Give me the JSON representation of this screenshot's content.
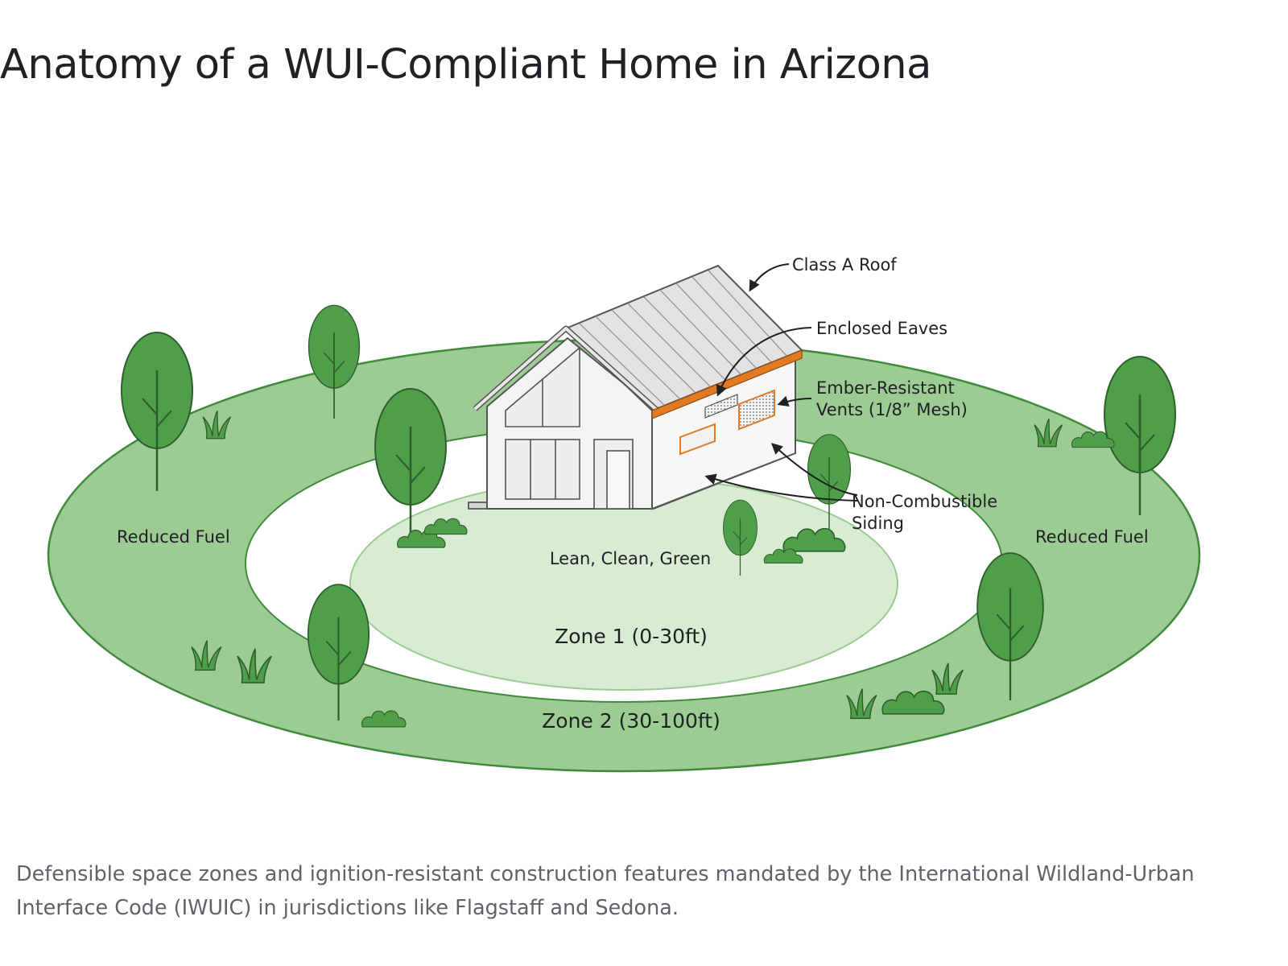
{
  "title": "Anatomy of a WUI-Compliant Home in Arizona",
  "diagram": {
    "zone1_label": "Zone 1 (0-30ft)",
    "zone2_label": "Zone 2 (30-100ft)",
    "inner_label": "Lean, Clean, Green",
    "reduced_fuel_left": "Reduced Fuel",
    "reduced_fuel_right": "Reduced Fuel",
    "callouts": {
      "roof": "Class A Roof",
      "eaves": "Enclosed Eaves",
      "vents_line1": "Ember-Resistant",
      "vents_line2": "Vents (1/8” Mesh)",
      "siding_line1": "Non-Combustible",
      "siding_line2": "Siding"
    },
    "colors": {
      "zone2_ring": "#9ccb93",
      "zone1_band": "#ffffff",
      "inner_zone": "#d8ebd3",
      "tree": "#4f9f4a",
      "outline": "#2f6e2d",
      "accent_orange": "#e07b24"
    }
  },
  "caption": "Defensible space zones and ignition-resistant construction features mandated by the International Wildland-Urban Interface Code (IWUIC) in jurisdictions like Flagstaff and Sedona."
}
